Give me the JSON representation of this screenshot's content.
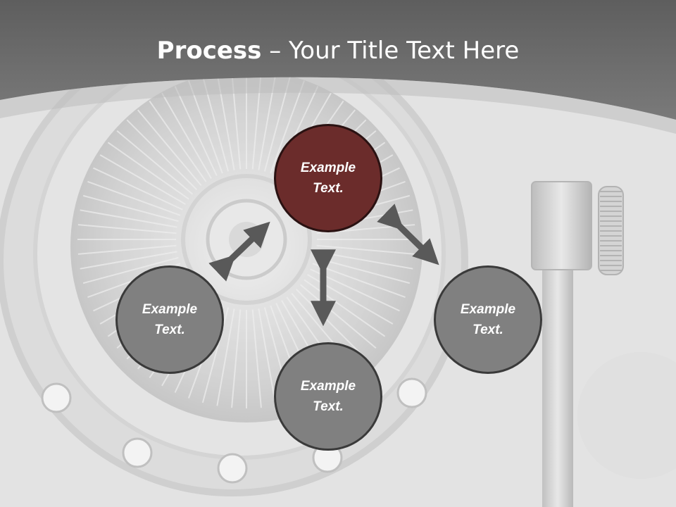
{
  "title": {
    "bold": "Process",
    "separator": " – ",
    "rest": "Your Title Text Here"
  },
  "nodes": [
    {
      "id": "top",
      "label_line1": "Example",
      "label_line2": "Text.",
      "style": "accent"
    },
    {
      "id": "left",
      "label_line1": "Example",
      "label_line2": "Text.",
      "style": "grey"
    },
    {
      "id": "right",
      "label_line1": "Example",
      "label_line2": "Text.",
      "style": "grey"
    },
    {
      "id": "bottom",
      "label_line1": "Example",
      "label_line2": "Text.",
      "style": "grey"
    }
  ],
  "colors": {
    "accent": "#6b2c2b",
    "node_grey": "#808080",
    "arrow": "#595959",
    "header_band": "#6e6e6e"
  }
}
